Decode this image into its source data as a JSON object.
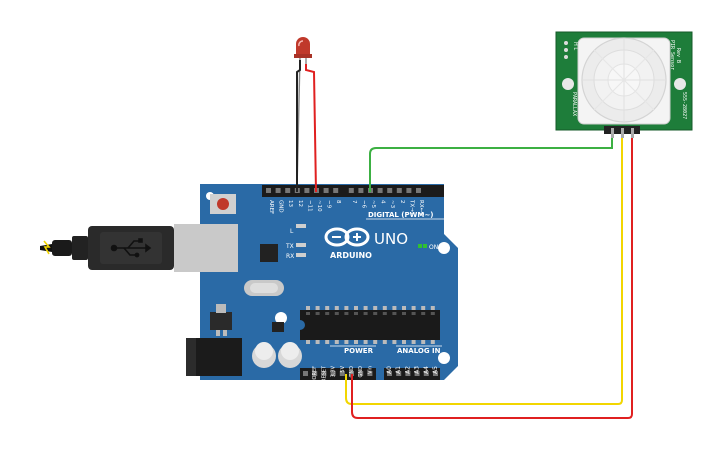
{
  "board": {
    "brand": "ARDUINO",
    "model": "UNO",
    "digital_label": "DIGITAL (PWM~)",
    "power_label": "POWER",
    "analog_label": "ANALOG IN",
    "on_label": "ON",
    "led_labels": [
      "L",
      "TX",
      "RX"
    ],
    "digital_pins": [
      "AREF",
      "GND",
      "13",
      "12",
      "~11",
      "~10",
      "~9",
      "8",
      "7",
      "~6",
      "~5",
      "4",
      "~3",
      "2",
      "TX→1",
      "RX←0"
    ],
    "power_pins": [
      "IOREF",
      "RESET",
      "3.3V",
      "5V",
      "GND",
      "GND",
      "Vin"
    ],
    "analog_pins": [
      "A0",
      "A1",
      "A2",
      "A3",
      "A4",
      "A5"
    ]
  },
  "sensor": {
    "title": "PIR Sensor",
    "rev": "Rev B",
    "part": "555-28027",
    "maker": "PARALLAX"
  },
  "colors": {
    "board": "#2a6aa6",
    "board_dark": "#1f5588",
    "wire_red": "#e02020",
    "wire_yellow": "#f2d600",
    "wire_green": "#3cb043",
    "wire_black": "#222222",
    "pcb_green": "#1e7d3a"
  }
}
